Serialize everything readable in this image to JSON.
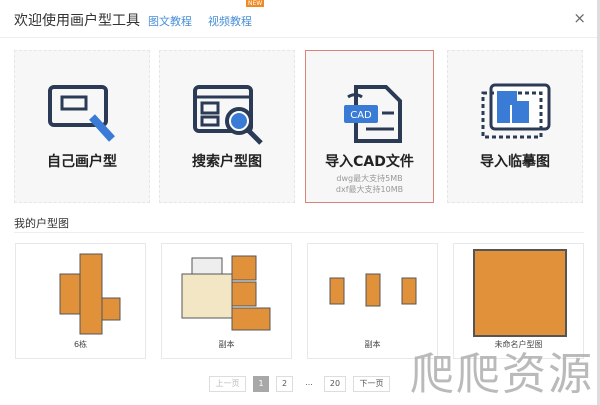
{
  "header": {
    "title": "欢迎使用画户型工具",
    "links": [
      "图文教程",
      "视频教程"
    ],
    "new_badge": "NEW",
    "close": "×"
  },
  "cards": [
    {
      "label": "自己画户型",
      "icon": "draw-pencil-icon"
    },
    {
      "label": "搜索户型图",
      "icon": "search-plan-icon"
    },
    {
      "label": "导入CAD文件",
      "icon": "cad-file-icon",
      "notes": [
        "dwg最大支持5MB",
        "dxf最大支持10MB"
      ],
      "selected": true
    },
    {
      "label": "导入临摹图",
      "icon": "trace-image-icon"
    }
  ],
  "section_title": "我的户型图",
  "plans": [
    {
      "caption": "6栋"
    },
    {
      "caption": "副本"
    },
    {
      "caption": "副本"
    },
    {
      "caption": "未命名户型图"
    }
  ],
  "pagination": {
    "prev": "上一页",
    "pages": [
      "1",
      "2"
    ],
    "ellipsis": "...",
    "last": "20",
    "next": "下一页",
    "current": "1"
  },
  "watermark": "爬爬资源",
  "colors": {
    "link": "#4a8fd6",
    "selected_border": "#d9837b",
    "icon_dark": "#2b3a55",
    "icon_blue": "#3a7bd5",
    "floor": "#e0913a"
  }
}
